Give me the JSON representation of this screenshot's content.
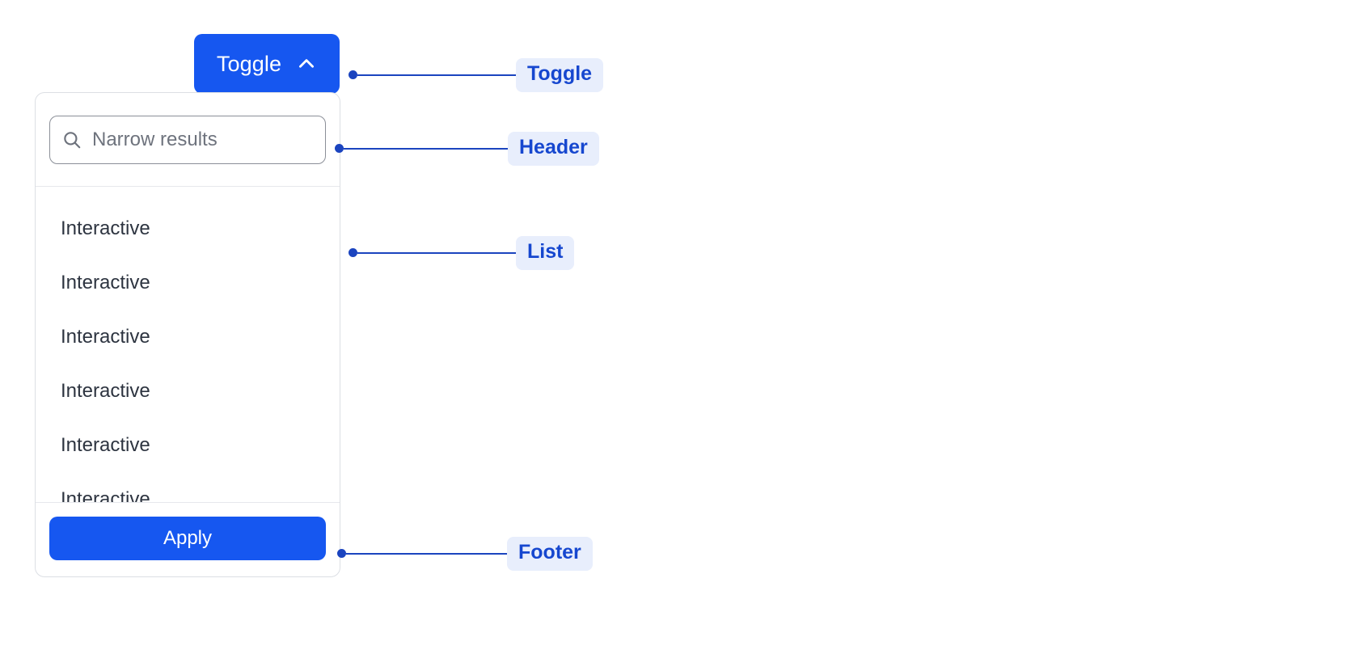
{
  "toggle": {
    "label": "Toggle",
    "icon": "chevron-up-icon",
    "background_color": "#1657f0",
    "text_color": "#ffffff",
    "expanded": true
  },
  "dropdown": {
    "header": {
      "search": {
        "icon": "search-icon",
        "placeholder": "Narrow results",
        "value": ""
      }
    },
    "list": {
      "items": [
        {
          "label": "Interactive"
        },
        {
          "label": "Interactive"
        },
        {
          "label": "Interactive"
        },
        {
          "label": "Interactive"
        },
        {
          "label": "Interactive"
        },
        {
          "label": "Interactive"
        }
      ]
    },
    "footer": {
      "apply_label": "Apply",
      "apply_background": "#1657f0"
    },
    "border_color": "#dcdfe4",
    "divider_color": "#e6e8ec"
  },
  "annotations": {
    "chip_background": "#e8eefc",
    "chip_text_color": "#1647cf",
    "line_color": "#1b44bf",
    "items": [
      {
        "label": "Toggle"
      },
      {
        "label": "Header"
      },
      {
        "label": "List"
      },
      {
        "label": "Footer"
      }
    ]
  }
}
